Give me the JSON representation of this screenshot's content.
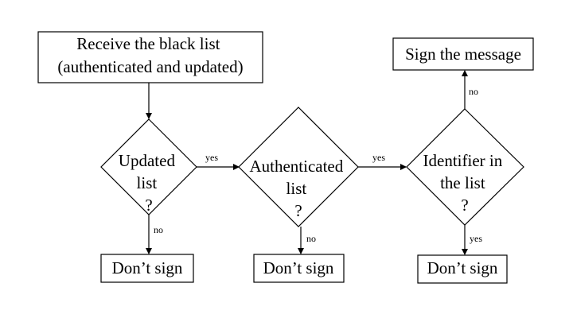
{
  "nodes": {
    "receive": {
      "lines": [
        "Receive the black list",
        "(authenticated and updated)"
      ]
    },
    "updated_check": {
      "lines": [
        "Updated",
        "list",
        "?"
      ]
    },
    "authenticated_check": {
      "lines": [
        "Authenticated",
        "list",
        "?"
      ]
    },
    "identifier_check": {
      "lines": [
        "Identifier in",
        "the list",
        "?"
      ]
    },
    "sign": {
      "lines": [
        "Sign the message"
      ]
    },
    "dont_sign_1": {
      "lines": [
        "Don’t sign"
      ]
    },
    "dont_sign_2": {
      "lines": [
        "Don’t sign"
      ]
    },
    "dont_sign_3": {
      "lines": [
        "Don’t sign"
      ]
    }
  },
  "edges": {
    "updated_yes": "yes",
    "updated_no": "no",
    "authenticated_yes": "yes",
    "authenticated_no": "no",
    "identifier_no": "no",
    "identifier_yes": "yes"
  }
}
